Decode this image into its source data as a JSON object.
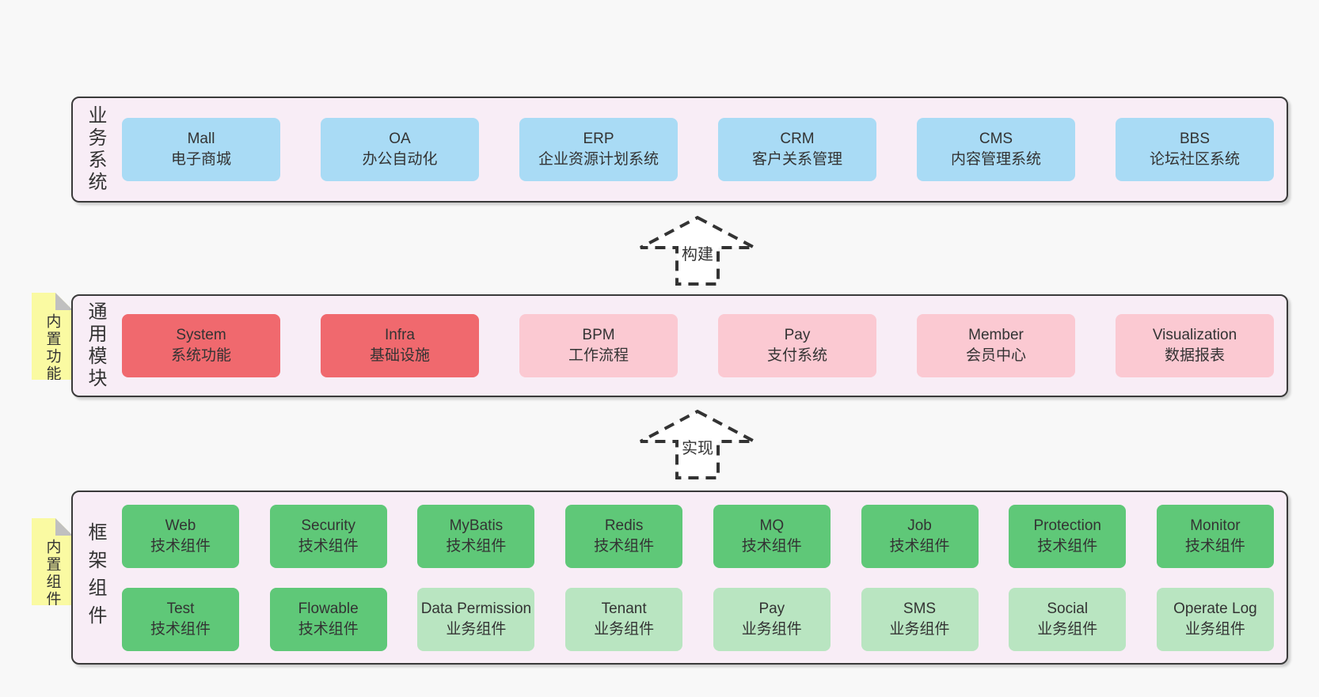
{
  "palette": {
    "page_bg": "#f8f8f8",
    "band_bg": "#f8edf6",
    "band_border": "#3a3a3a",
    "blue": "#a9dbf5",
    "red": "#f0696e",
    "pink": "#fbc9d2",
    "green": "#5fc878",
    "light_green": "#b9e5c1",
    "tab_yellow": "#fafaa2",
    "fold_gray": "#c0c0c0",
    "text": "#333333"
  },
  "arrows": [
    {
      "label": "构建"
    },
    {
      "label": "实现"
    }
  ],
  "bands": [
    {
      "label": "业务系统",
      "rows": [
        [
          {
            "name": "Mall",
            "desc": "电子商城"
          },
          {
            "name": "OA",
            "desc": "办公自动化"
          },
          {
            "name": "ERP",
            "desc": "企业资源计划系统"
          },
          {
            "name": "CRM",
            "desc": "客户关系管理"
          },
          {
            "name": "CMS",
            "desc": "内容管理系统"
          },
          {
            "name": "BBS",
            "desc": "论坛社区系统"
          }
        ]
      ]
    },
    {
      "label": "通用模块",
      "tab": "内置功能",
      "rows": [
        [
          {
            "name": "System",
            "desc": "系统功能"
          },
          {
            "name": "Infra",
            "desc": "基础设施"
          },
          {
            "name": "BPM",
            "desc": "工作流程"
          },
          {
            "name": "Pay",
            "desc": "支付系统"
          },
          {
            "name": "Member",
            "desc": "会员中心"
          },
          {
            "name": "Visualization",
            "desc": "数据报表"
          }
        ]
      ]
    },
    {
      "label": "框架组件",
      "tab": "内置组件",
      "rows": [
        [
          {
            "name": "Web",
            "desc": "技术组件"
          },
          {
            "name": "Security",
            "desc": "技术组件"
          },
          {
            "name": "MyBatis",
            "desc": "技术组件"
          },
          {
            "name": "Redis",
            "desc": "技术组件"
          },
          {
            "name": "MQ",
            "desc": "技术组件"
          },
          {
            "name": "Job",
            "desc": "技术组件"
          },
          {
            "name": "Protection",
            "desc": "技术组件"
          },
          {
            "name": "Monitor",
            "desc": "技术组件"
          }
        ],
        [
          {
            "name": "Test",
            "desc": "技术组件"
          },
          {
            "name": "Flowable",
            "desc": "技术组件"
          },
          {
            "name": "Data Permission",
            "desc": "业务组件"
          },
          {
            "name": "Tenant",
            "desc": "业务组件"
          },
          {
            "name": "Pay",
            "desc": "业务组件"
          },
          {
            "name": "SMS",
            "desc": "业务组件"
          },
          {
            "name": "Social",
            "desc": "业务组件"
          },
          {
            "name": "Operate Log",
            "desc": "业务组件"
          }
        ]
      ]
    }
  ]
}
